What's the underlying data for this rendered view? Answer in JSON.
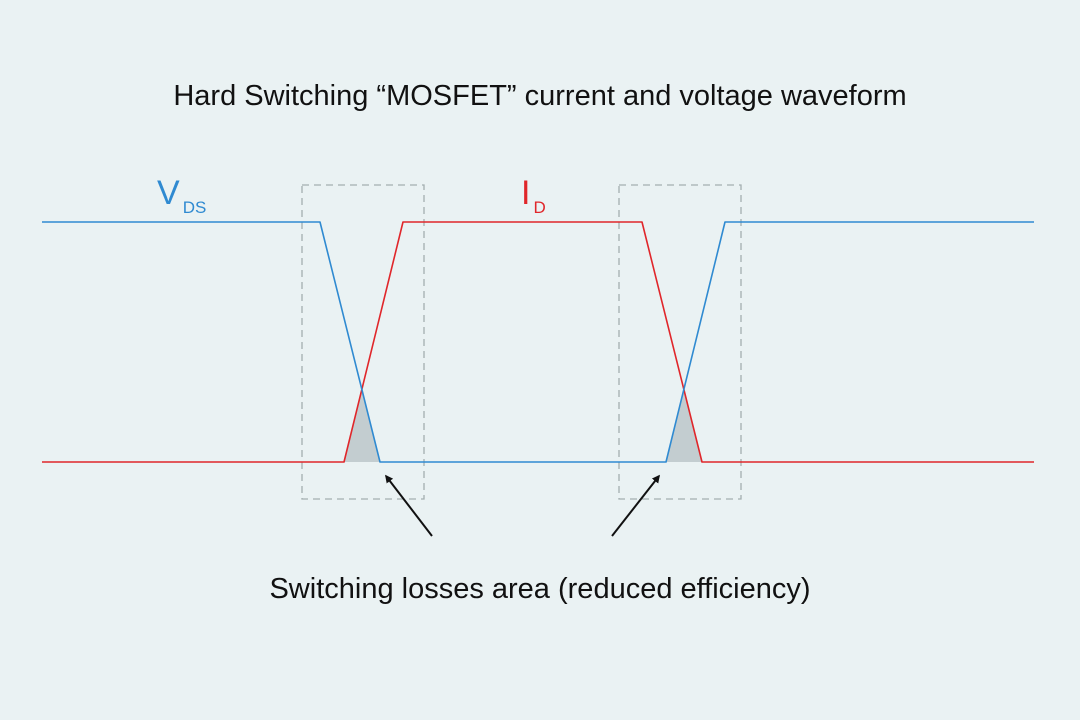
{
  "title": "Hard Switching “MOSFET” current and voltage waveform",
  "caption": "Switching losses area (reduced efficiency)",
  "signals": {
    "vds": {
      "main": "V",
      "sub": "DS",
      "color": "#2f8ad1"
    },
    "id": {
      "main": "I",
      "sub": "D",
      "color": "#e0262a"
    }
  },
  "colors": {
    "background": "#eaf2f3",
    "loss_area": "#c3cdd0",
    "box_stroke": "#a3aeb0",
    "arrow": "#111111"
  }
}
